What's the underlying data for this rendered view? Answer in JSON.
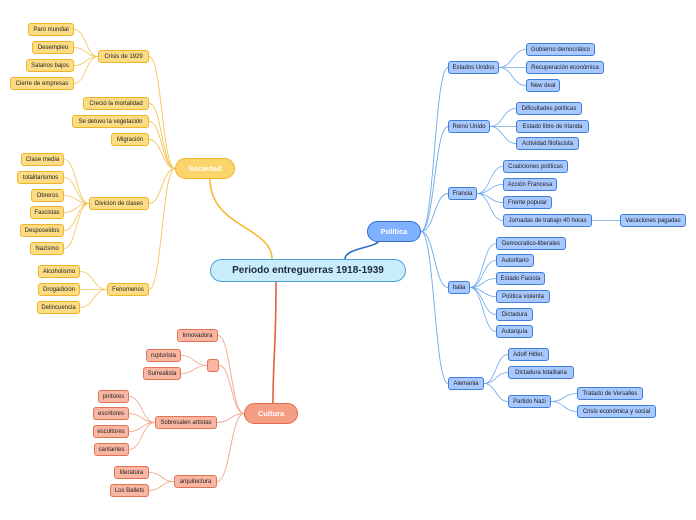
{
  "title": "Periodo entreguerras 1918-1939",
  "colors": {
    "sociedad": "#f5b82e",
    "politica": "#2b6cc4",
    "cultura": "#e0603f",
    "blue_branch": "#6ca8ec",
    "yellow_branch": "#f3c35a",
    "red_branch": "#f0a48c"
  },
  "sociedad": {
    "label": "Sociedad",
    "crisis": {
      "label": "Crisis de 1929",
      "items": [
        "Paro mundial",
        "Desempleo",
        "Salarios bajos",
        "Cierre de empresas"
      ]
    },
    "mortalidad": "Creció la mortalidad",
    "vegetacion": "Se detuvo la vegetación",
    "migracion": "Migración",
    "division": {
      "label": "Divicion de clases",
      "items": [
        "Clase media",
        "totalitarismos",
        "Obreros",
        "Fascistas",
        "Desposeidos",
        "Nazismo"
      ]
    },
    "fenomenos": {
      "label": "Fenomenos",
      "items": [
        "Alcoholismo",
        "Drogadición",
        "Delincuencia"
      ]
    }
  },
  "politica": {
    "label": "Política",
    "eeuu": {
      "label": "Estados Unidos",
      "items": [
        "Gobierno democrático",
        "Recuperación económica",
        "New deal"
      ]
    },
    "ru": {
      "label": "Reino Unido",
      "items": [
        "Dificultades políticas",
        "Estado libre de Irlanda",
        "Actividad filofacista"
      ]
    },
    "francia": {
      "label": "Francia",
      "items": [
        "Coaliciones políticas",
        "Acción Francesa",
        "Frente popular",
        "Jornadas de trabajo 40 horas"
      ],
      "sub": "Vacaciones pagadas"
    },
    "italia": {
      "label": "Italia",
      "items": [
        "Democratico-liberales",
        "Autoritario",
        "Estado Facista",
        "Política violenta",
        "Dictadura",
        "Autarquía"
      ]
    },
    "alemania": {
      "label": "Alemania",
      "items": [
        "Adolf Hitler,",
        "Dictadura totalitaria",
        "Partido Nazi"
      ],
      "sub": [
        "Tratado de Versalles",
        "Crisis económica y social"
      ]
    }
  },
  "cultura": {
    "label": "Cultura",
    "innovadora": "Innovadora",
    "unnamed": {
      "label": "",
      "items": [
        "rupturista",
        "Surrealista"
      ]
    },
    "artistas": {
      "label": "Sobresalen artistas",
      "items": [
        "pintores",
        "escritores",
        "escultores",
        "cantantes"
      ]
    },
    "arquitectura": {
      "label": "arquitectura",
      "items": [
        "literatura",
        "Los Ballets"
      ]
    }
  }
}
